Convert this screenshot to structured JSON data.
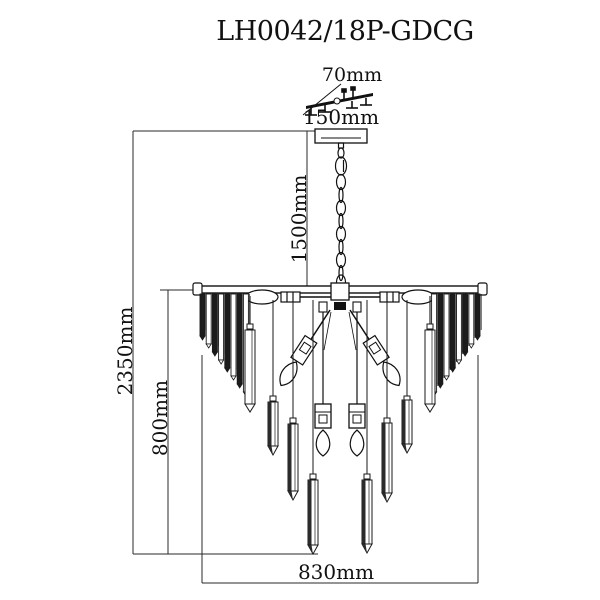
{
  "page": {
    "background": "#ffffff",
    "line_color": "#1a1a1a"
  },
  "product": {
    "title": "LH0042/18P-GDCG"
  },
  "dimensions": {
    "bracket_width": "70mm",
    "canopy_width": "150mm",
    "chain_length": "1500mm",
    "total_height": "2350mm",
    "body_height": "800mm",
    "fixture_width": "830mm"
  }
}
